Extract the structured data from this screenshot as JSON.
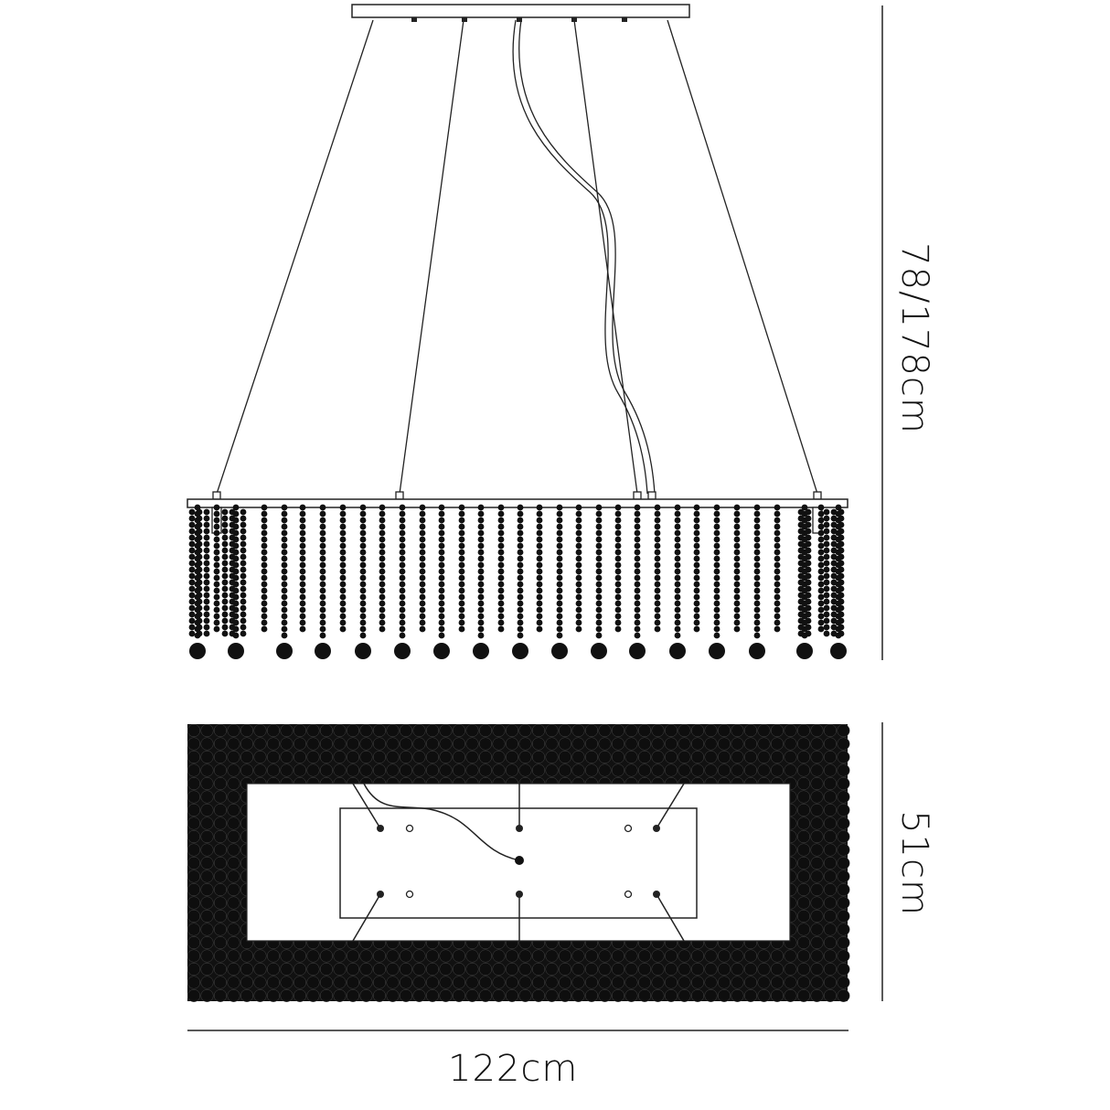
{
  "dimensions": {
    "height_label": "78/178cm",
    "depth_label": "51cm",
    "width_label": "122cm"
  },
  "colors": {
    "line": "#222222",
    "fill": "#111111",
    "background": "#ffffff"
  }
}
